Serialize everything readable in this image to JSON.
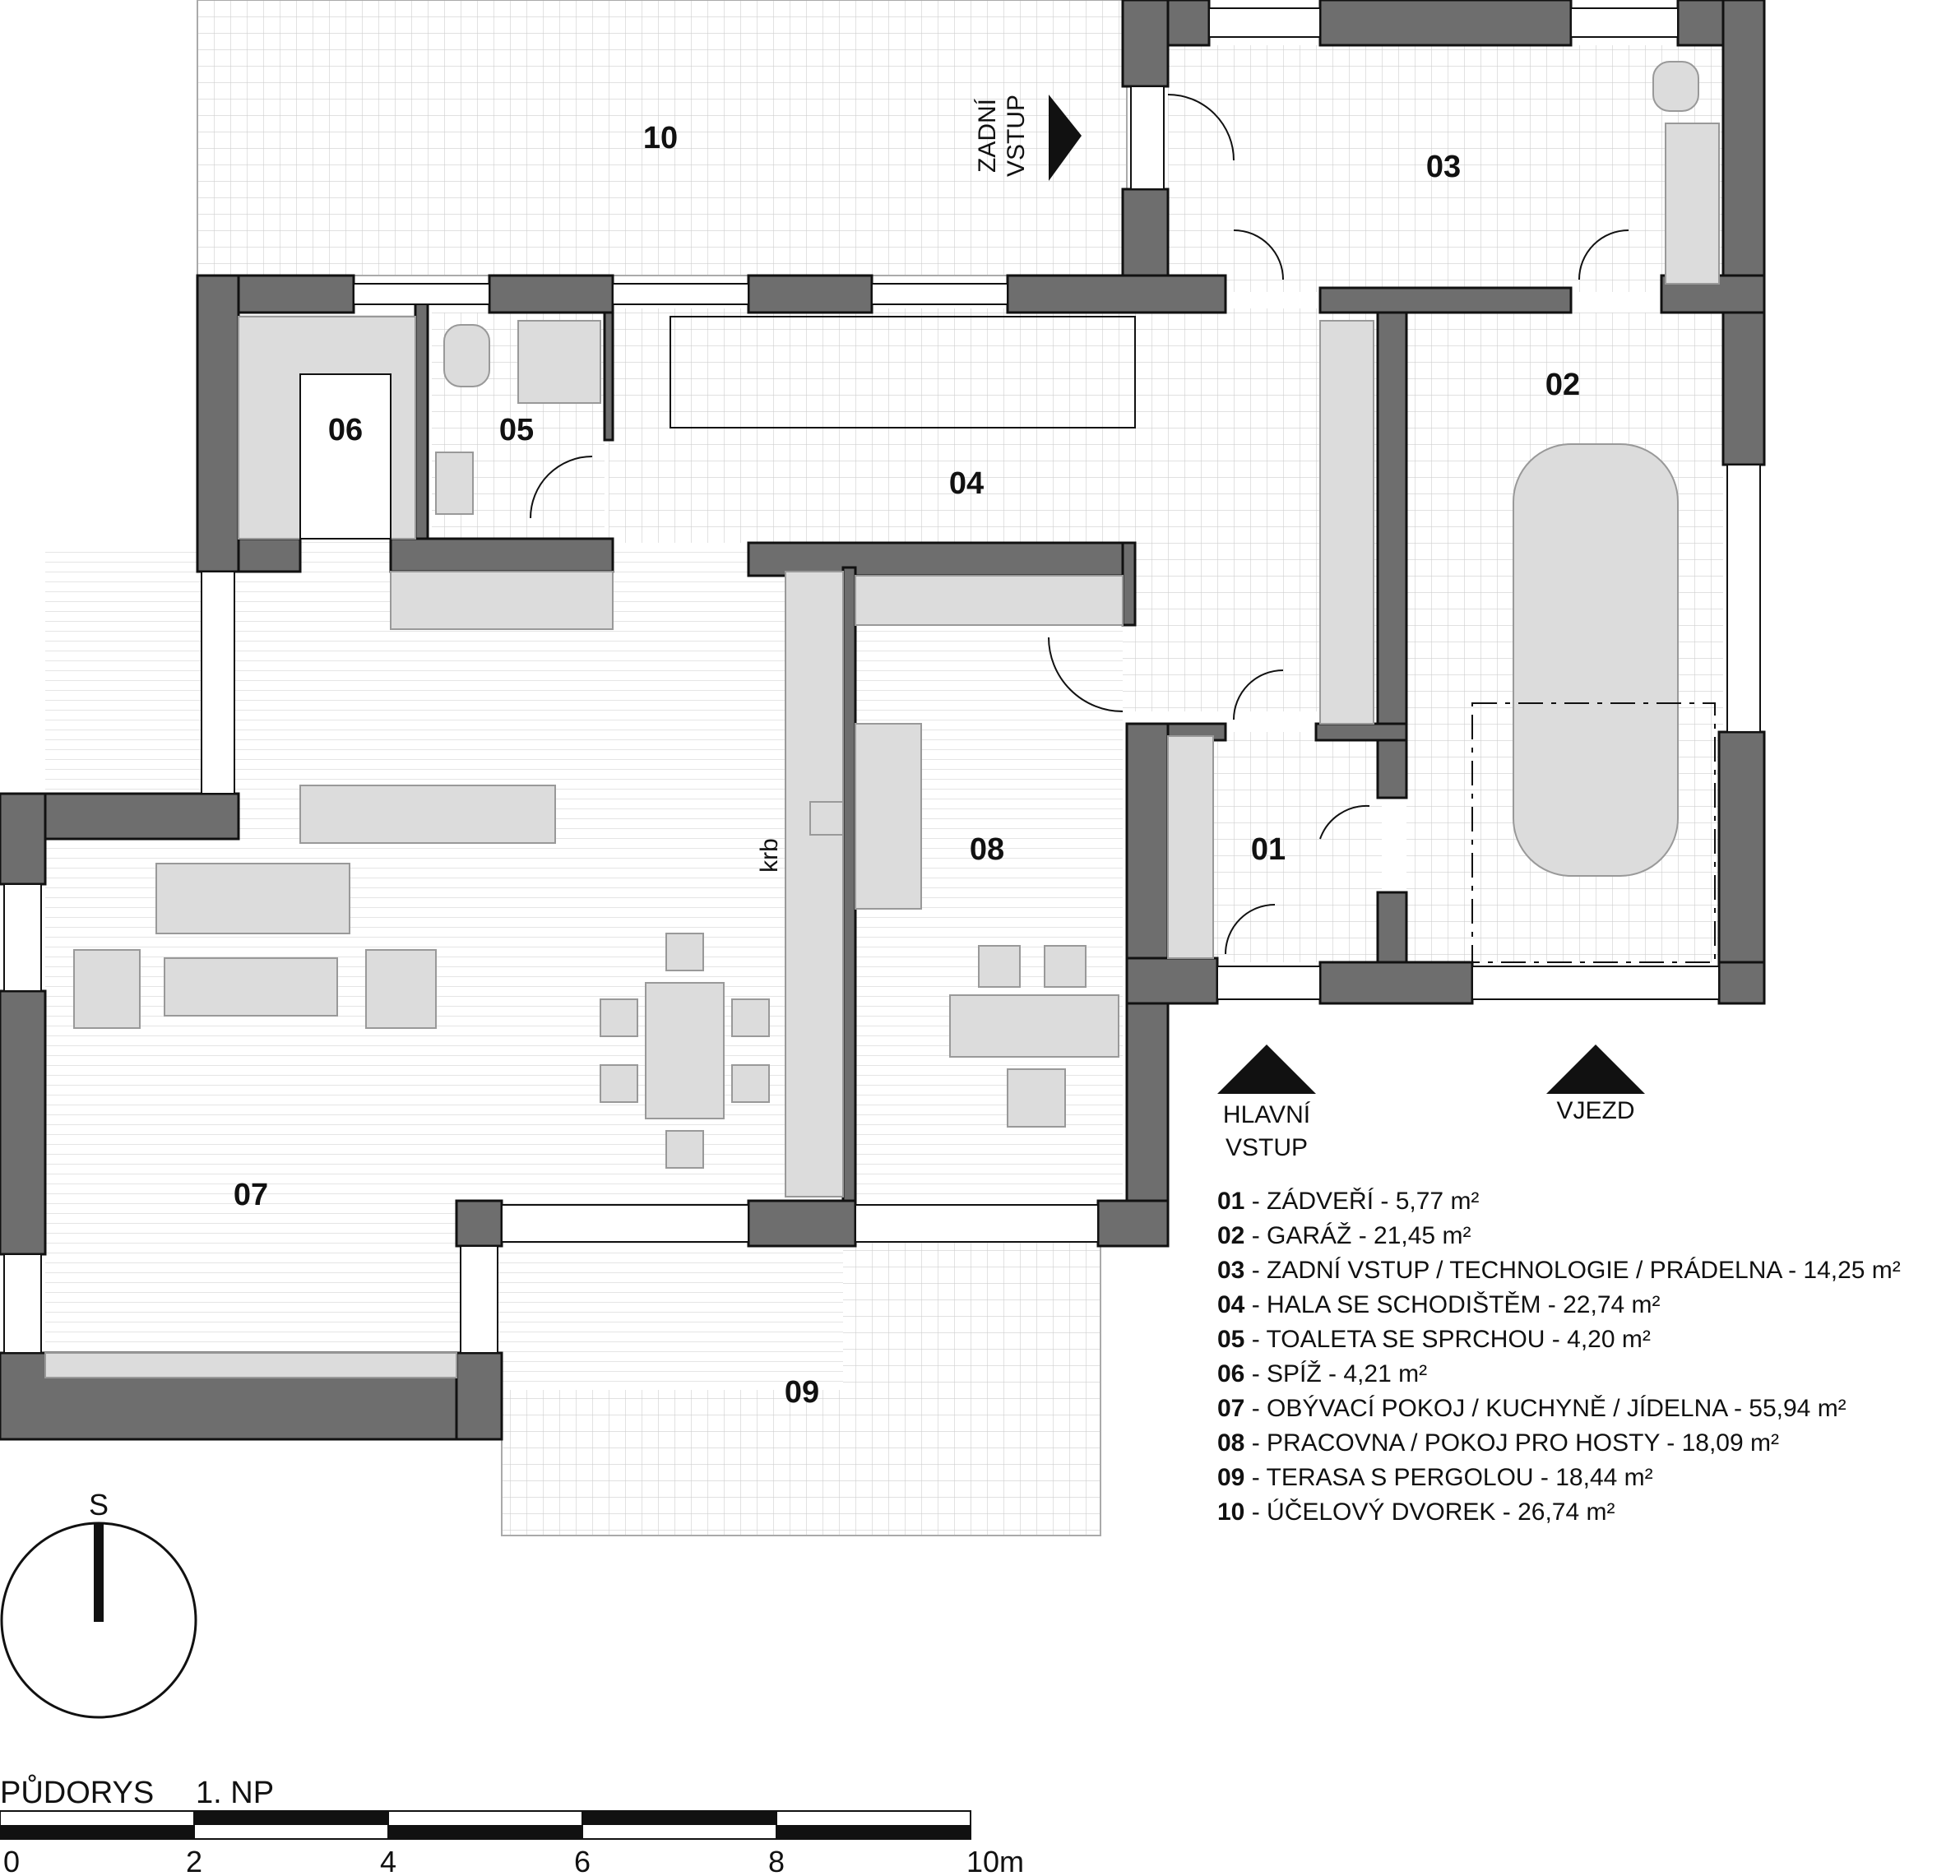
{
  "rooms": [
    {
      "id": "01",
      "label": "01"
    },
    {
      "id": "02",
      "label": "02"
    },
    {
      "id": "03",
      "label": "03"
    },
    {
      "id": "04",
      "label": "04"
    },
    {
      "id": "05",
      "label": "05"
    },
    {
      "id": "06",
      "label": "06"
    },
    {
      "id": "07",
      "label": "07"
    },
    {
      "id": "08",
      "label": "08"
    },
    {
      "id": "09",
      "label": "09"
    },
    {
      "id": "10",
      "label": "10"
    }
  ],
  "entrances": {
    "rear": {
      "line1": "ZADNÍ",
      "line2": "VSTUP"
    },
    "main": {
      "line1": "HLAVNÍ",
      "line2": "VSTUP"
    },
    "drive": {
      "line1": "VJEZD"
    }
  },
  "fireplace_label": "krb",
  "compass_label": "S",
  "legend": [
    {
      "num": "01",
      "text": " - ZÁDVEŘÍ - 5,77 m²"
    },
    {
      "num": "02",
      "text": " - GARÁŽ - 21,45 m²"
    },
    {
      "num": "03",
      "text": " - ZADNÍ VSTUP / TECHNOLOGIE / PRÁDELNA - 14,25 m²"
    },
    {
      "num": "04",
      "text": " - HALA SE SCHODIŠTĚM - 22,74 m²"
    },
    {
      "num": "05",
      "text": " - TOALETA SE SPRCHOU - 4,20 m²"
    },
    {
      "num": "06",
      "text": " - SPÍŽ - 4,21 m²"
    },
    {
      "num": "07",
      "text": " - OBÝVACÍ POKOJ / KUCHYNĚ / JÍDELNA - 55,94 m²"
    },
    {
      "num": "08",
      "text": " - PRACOVNA / POKOJ PRO HOSTY - 18,09 m²"
    },
    {
      "num": "09",
      "text": " - TERASA S PERGOLOU - 18,44 m²"
    },
    {
      "num": "10",
      "text": " - ÚČELOVÝ DVOREK - 26,74 m²"
    }
  ],
  "title": {
    "text": "PŮDORYS",
    "floor": "1. NP"
  },
  "scale": {
    "ticks": [
      "0",
      "2",
      "4",
      "6",
      "8"
    ],
    "end": "10m"
  }
}
